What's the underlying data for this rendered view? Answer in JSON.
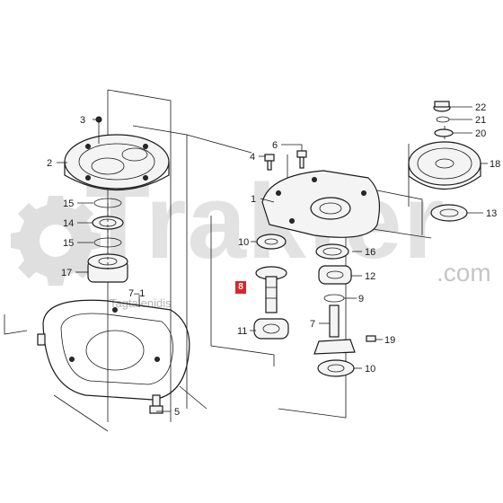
{
  "watermark": {
    "brand": "Trakter",
    "domain": ".com",
    "subtitle": "Tagtalenidis"
  },
  "highlight": {
    "label": "8",
    "color": "#d9262b"
  },
  "callouts": {
    "c1": "1",
    "c2": "2",
    "c3": "3",
    "c4": "4",
    "c5": "5",
    "c6": "6",
    "c7": "7",
    "c7_1": "7–1",
    "c8": "8",
    "c9": "9",
    "c10a": "10",
    "c10b": "10",
    "c11": "11",
    "c12": "12",
    "c13": "13",
    "c14": "14",
    "c15a": "15",
    "c15b": "15",
    "c16": "16",
    "c17": "17",
    "c18": "18",
    "c19": "19",
    "c20": "20",
    "c21": "21",
    "c22": "22"
  },
  "colors": {
    "line": "#1a1a1a",
    "watermark": "#969696",
    "highlight": "#d9262b"
  }
}
